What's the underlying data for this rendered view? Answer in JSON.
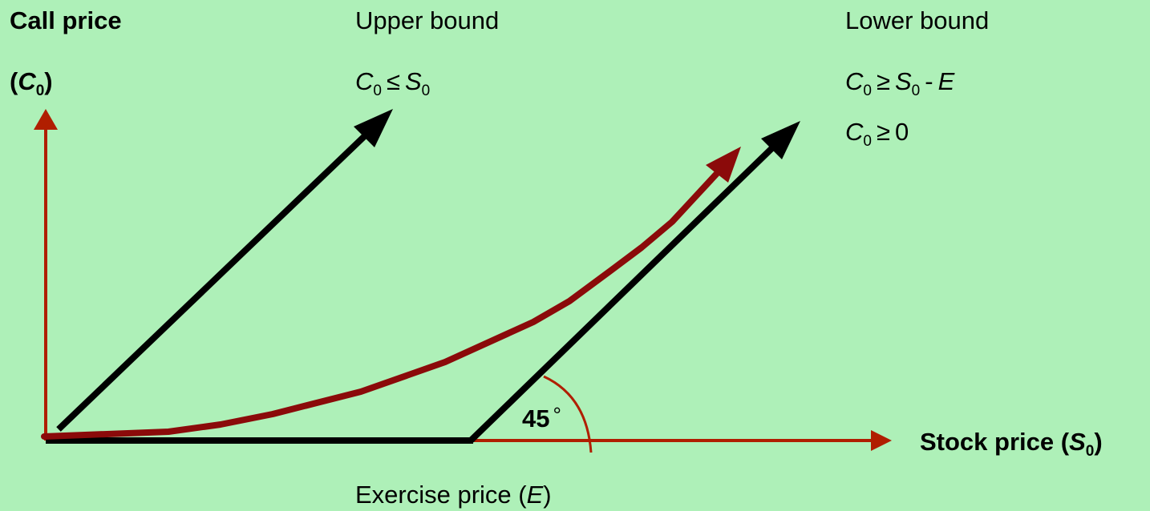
{
  "labels": {
    "call_price_title": "Call price",
    "call_price_symbol": "C",
    "call_price_symbol_sub": "0",
    "upper_bound_title": "Upper bound",
    "upper_formula": {
      "lhs": "C",
      "lhs_sub": "0",
      "op": "≤",
      "rhs": "S",
      "rhs_sub": "0"
    },
    "lower_bound_title": "Lower bound",
    "lower_formula_1": {
      "lhs": "C",
      "lhs_sub": "0",
      "op": "≥",
      "rhs": "S",
      "rhs_sub": "0",
      "minus": "-",
      "rhs2": "E"
    },
    "lower_formula_2": {
      "lhs": "C",
      "lhs_sub": "0",
      "op": "≥",
      "rhs": "0"
    },
    "stock_price_text": "Stock price (",
    "stock_price_symbol": "S",
    "stock_price_symbol_sub": "0",
    "stock_price_close": ")",
    "exercise_price_text": "Exercise price (",
    "exercise_price_symbol": "E",
    "exercise_price_close": ")",
    "angle_value": "45",
    "angle_unit": "°"
  },
  "colors": {
    "background": "#aef0b8",
    "axis": "#b01e00",
    "bound_line": "#000000",
    "call_curve": "#8b0a0a"
  }
}
